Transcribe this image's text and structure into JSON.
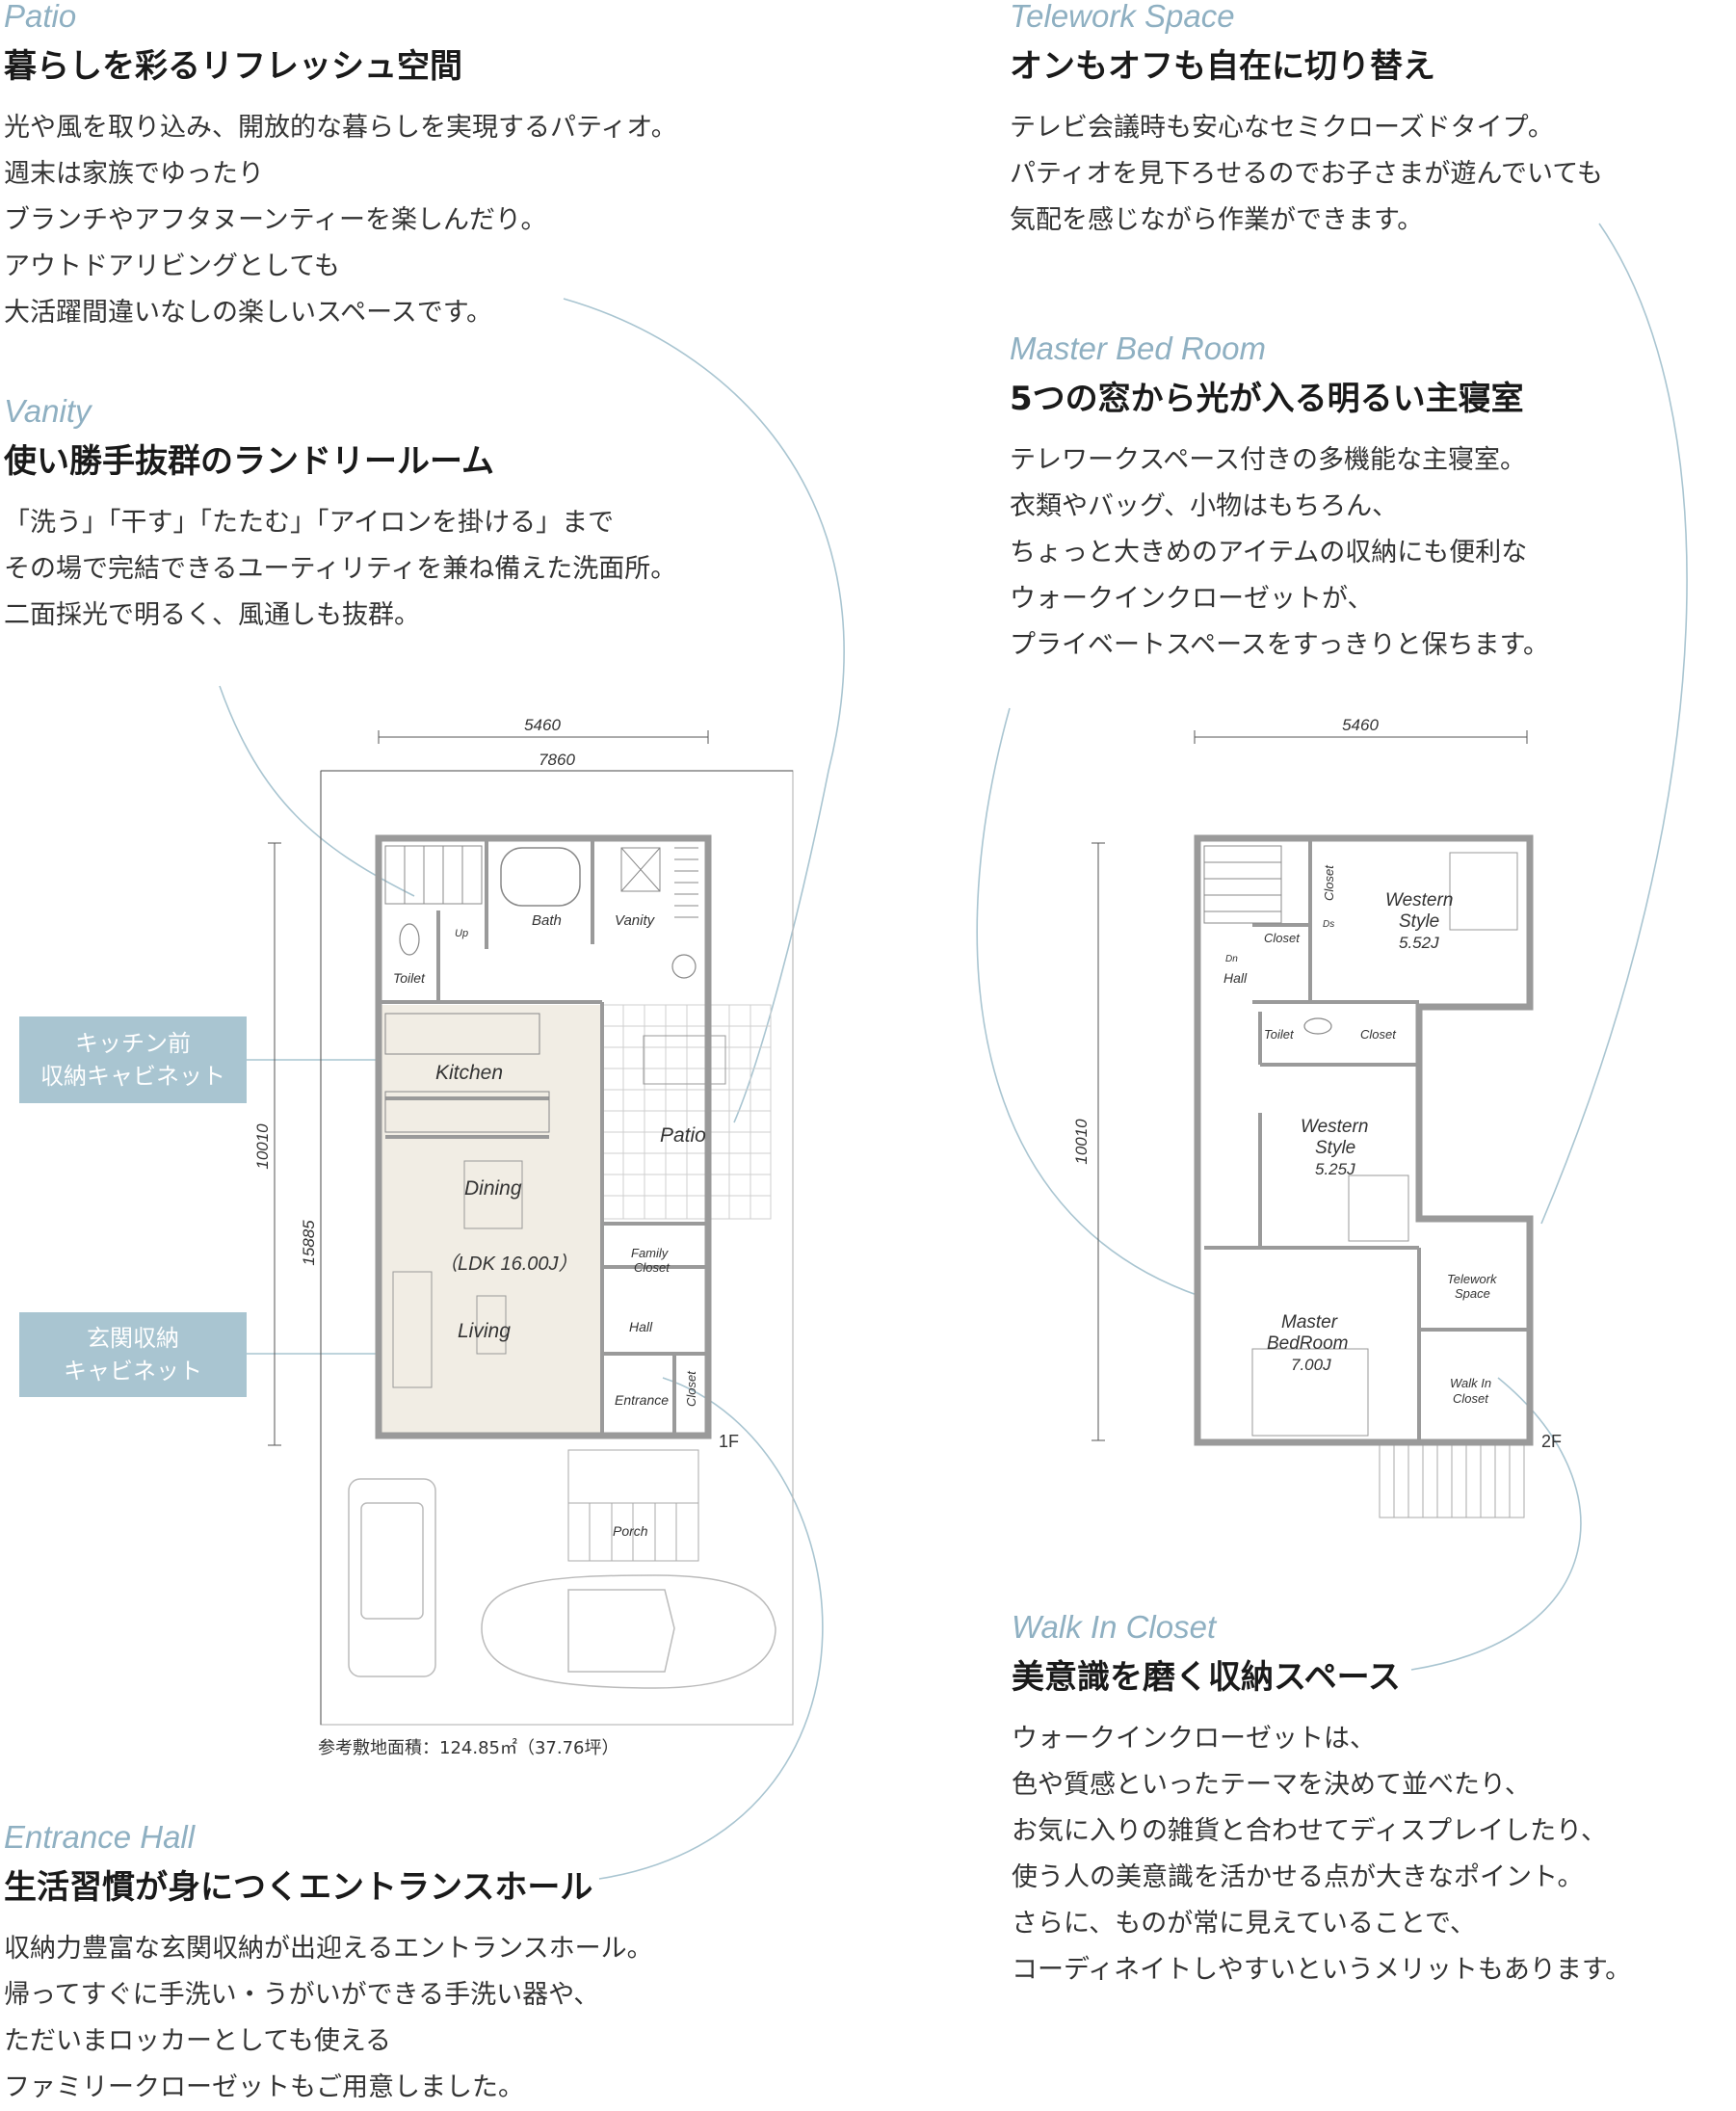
{
  "sections": {
    "patio": {
      "en": "Patio",
      "title": "暮らしを彩るリフレッシュ空間",
      "lines": [
        "光や風を取り込み、開放的な暮らしを実現するパティオ。",
        "週末は家族でゆったり",
        "ブランチやアフタヌーンティーを楽しんだり。",
        "アウトドアリビングとしても",
        "大活躍間違いなしの楽しいスペースです。"
      ]
    },
    "telework": {
      "en": "Telework Space",
      "title": "オンもオフも自在に切り替え",
      "lines": [
        "テレビ会議時も安心なセミクローズドタイプ。",
        "パティオを見下ろせるのでお子さまが遊んでいても",
        "気配を感じながら作業ができます。"
      ]
    },
    "vanity": {
      "en": "Vanity",
      "title": "使い勝手抜群のランドリールーム",
      "lines": [
        "「洗う」「干す」「たたむ」「アイロンを掛ける」まで",
        "その場で完結できるユーティリティを兼ね備えた洗面所。",
        "二面採光で明るく、風通しも抜群。"
      ]
    },
    "master": {
      "en": "Master Bed Room",
      "title": "5つの窓から光が入る明るい主寝室",
      "lines": [
        "テレワークスペース付きの多機能な主寝室。",
        "衣類やバッグ、小物はもちろん、",
        "ちょっと大きめのアイテムの収納にも便利な",
        "ウォークインクローゼットが、",
        "プライベートスペースをすっきりと保ちます。"
      ]
    },
    "walkin": {
      "en": "Walk In Closet",
      "title": "美意識を磨く収納スペース",
      "lines": [
        "ウォークインクローゼットは、",
        "色や質感といったテーマを決めて並べたり、",
        "お気に入りの雑貨と合わせてディスプレイしたり、",
        "使う人の美意識を活かせる点が大きなポイント。",
        "さらに、ものが常に見えていることで、",
        "コーディネイトしやすいというメリットもあります。"
      ]
    },
    "entrance": {
      "en": "Entrance Hall",
      "title": "生活習慣が身につくエントランスホール",
      "lines": [
        "収納力豊富な玄関収納が出迎えるエントランスホール。",
        "帰ってすぐに手洗い・うがいができる手洗い器や、",
        "ただいまロッカーとしても使える",
        "ファミリークローゼットもご用意しました。"
      ]
    }
  },
  "labels": {
    "kitchen_storage": [
      "キッチン前",
      "収納キャビネット"
    ],
    "entrance_storage": [
      "玄関収納",
      "キャビネット"
    ]
  },
  "site_note": "参考敷地面積：124.85㎡（37.76坪）",
  "floor1": {
    "floor": "1F",
    "dim_width_inner": "5460",
    "dim_width_site": "7860",
    "dim_height_inner": "10010",
    "dim_height_site": "15885",
    "rooms": {
      "toilet": "Toilet",
      "up": "Up",
      "bath": "Bath",
      "vanity": "Vanity",
      "kitchen": "Kitchen",
      "dining": "Dining",
      "ldk": "（LDK 16.00J）",
      "living": "Living",
      "patio": "Patio",
      "family_closet": [
        "Family",
        "Closet"
      ],
      "hall": "Hall",
      "entrance": "Entrance",
      "closet": "Closet",
      "porch": "Porch"
    }
  },
  "floor2": {
    "floor": "2F",
    "dim_width_inner": "5460",
    "dim_height_inner": "10010",
    "rooms": {
      "closet_v": "Closet",
      "western1": [
        "Western",
        "Style",
        "5.52J"
      ],
      "ds": "Ds",
      "closet_small": "Closet",
      "dn": "Dn",
      "hall": "Hall",
      "toilet": "Toilet",
      "closet2": "Closet",
      "western2": [
        "Western",
        "Style",
        "5.25J"
      ],
      "telework": [
        "Telework",
        "Space"
      ],
      "master": [
        "Master",
        "BedRoom",
        "7.00J"
      ],
      "walkin": [
        "Walk In",
        "Closet"
      ]
    }
  },
  "colors": {
    "accent": "#8fb0c2",
    "label_bg": "#a9c5d1",
    "ldk_fill": "#f1ede4",
    "wall": "#9a9a9a"
  }
}
